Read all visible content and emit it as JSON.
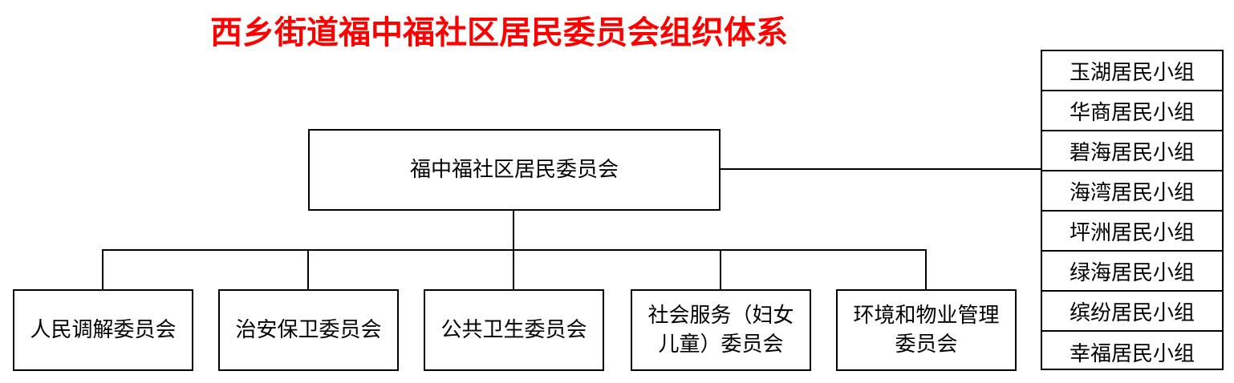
{
  "title": "西乡街道福中福社区居民委员会组织体系",
  "title_color": "#ff0000",
  "root": {
    "label": "福中福社区居民委员会"
  },
  "committees": [
    {
      "lines": [
        "人民调解委员会"
      ]
    },
    {
      "lines": [
        "治安保卫委员会"
      ]
    },
    {
      "lines": [
        "公共卫生委员会"
      ]
    },
    {
      "lines": [
        "社会服务（妇女",
        "儿童）委员会"
      ]
    },
    {
      "lines": [
        "环境和物业管理",
        "委员会"
      ]
    }
  ],
  "resident_groups": [
    "玉湖居民小组",
    "华商居民小组",
    "碧海居民小组",
    "海湾居民小组",
    "坪洲居民小组",
    "绿海居民小组",
    "缤纷居民小组",
    "幸福居民小组"
  ]
}
